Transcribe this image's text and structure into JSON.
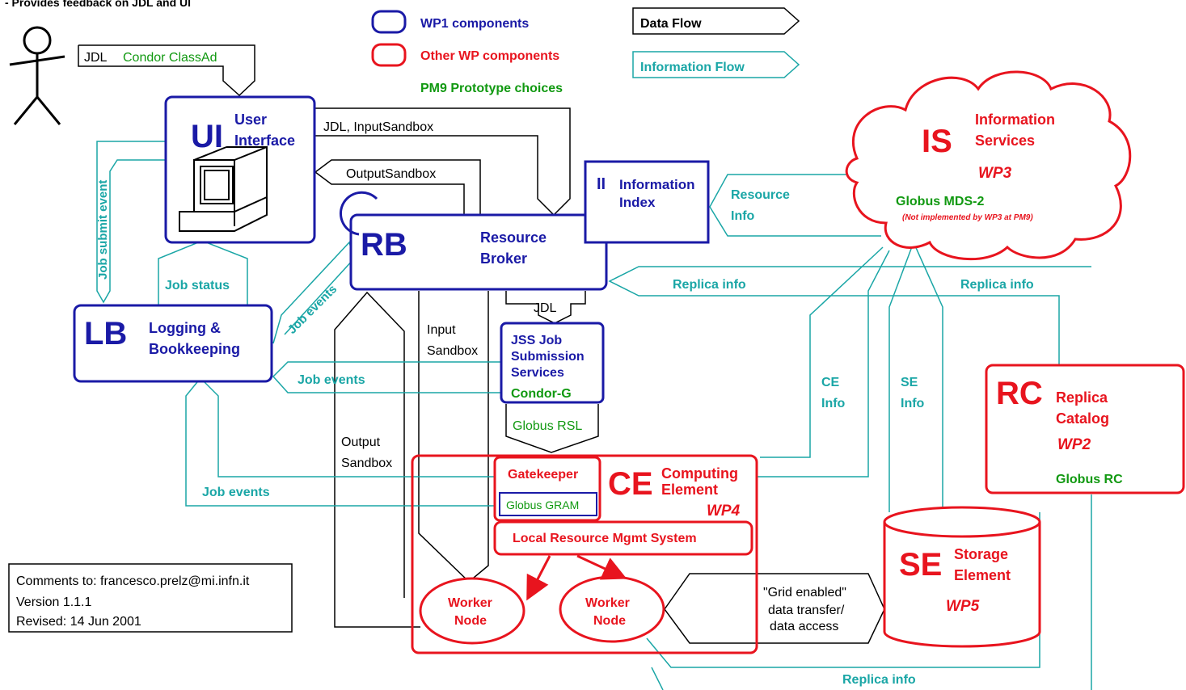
{
  "header_note": "- Provides feedback on JDL and UI",
  "legend": {
    "wp1": "WP1 components",
    "other_wp": "Other WP components",
    "pm9": "PM9 Prototype choices",
    "data_flow": "Data Flow",
    "information_flow": "Information Flow"
  },
  "jdl_box": {
    "jdl": "JDL",
    "condor": "Condor ClassAd"
  },
  "ui": {
    "abbr": "UI",
    "line1": "User",
    "line2": "Interface"
  },
  "rb": {
    "abbr": "RB",
    "line1": "Resource",
    "line2": "Broker"
  },
  "ii": {
    "abbr": "II",
    "line1": "Information",
    "line2": "Index"
  },
  "lb": {
    "abbr": "LB",
    "line1": "Logging &",
    "line2": "Bookkeeping"
  },
  "is": {
    "abbr": "IS",
    "line1": "Information",
    "line2": "Services",
    "wp": "WP3",
    "tech": "Globus MDS-2",
    "note": "(Not implemented by WP3 at PM9)"
  },
  "jss": {
    "line1": "JSS  Job",
    "line2": "Submission",
    "line3": "Services",
    "tech": "Condor-G"
  },
  "rc": {
    "abbr": "RC",
    "line1": "Replica",
    "line2": "Catalog",
    "wp": "WP2",
    "tech": "Globus RC"
  },
  "ce": {
    "abbr": "CE",
    "line1": "Computing",
    "line2": "Element",
    "wp": "WP4",
    "gatekeeper": "Gatekeeper",
    "gram": "Globus GRAM",
    "lrms": "Local Resource Mgmt System",
    "worker1_l1": "Worker",
    "worker1_l2": "Node",
    "worker2_l1": "Worker",
    "worker2_l2": "Node"
  },
  "se": {
    "abbr": "SE",
    "line1": "Storage",
    "line2": "Element",
    "wp": "WP5"
  },
  "labels": {
    "jdl_inputsandbox": "JDL, InputSandbox",
    "outputsandbox": "OutputSandbox",
    "resource": "Resource",
    "info": "Info",
    "replica_info_1": "Replica info",
    "replica_info_2": "Replica info",
    "replica_info_3": "Replica info",
    "job_submit_event": "Job submit event",
    "job_status": "Job status",
    "job_events_diag": "Job events",
    "job_events_1": "Job events",
    "job_events_2": "Job events",
    "jdl": "JDL",
    "input": "Input",
    "sandbox": "Sandbox",
    "output": "Output",
    "sandbox2": "Sandbox",
    "globus_rsl": "Globus RSL",
    "ce_info_1": "CE",
    "ce_info_2": "Info",
    "se_info_1": "SE",
    "se_info_2": "Info",
    "grid_1": "\"Grid enabled\"",
    "grid_2": "data transfer/",
    "grid_3": "data access"
  },
  "footer": {
    "comments": "Comments to: francesco.prelz@mi.infn.it",
    "version": "Version 1.1.1",
    "revised": "Revised: 14 Jun 2001"
  },
  "colors": {
    "wp1": "#1a1aa6",
    "other": "#e8141e",
    "pm9": "#119911",
    "info_flow": "#1aa6a6",
    "data_flow": "#000000"
  }
}
